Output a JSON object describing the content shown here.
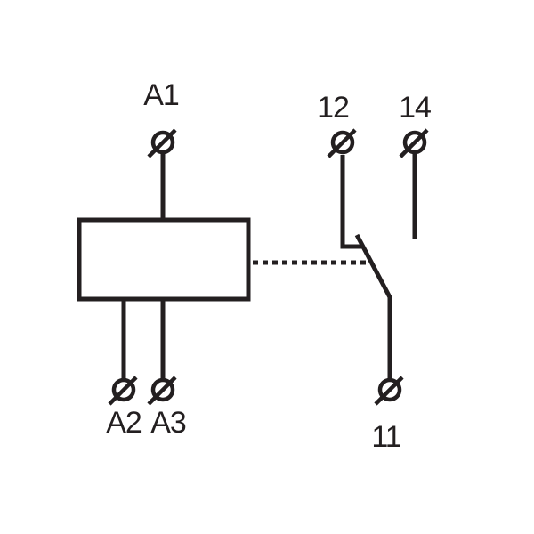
{
  "colors": {
    "line": "#231f20",
    "background": "#ffffff"
  },
  "terminals": {
    "a1": {
      "label": "A1",
      "icon": "screw-terminal-icon"
    },
    "a2": {
      "label": "A2",
      "icon": "screw-terminal-icon"
    },
    "a3": {
      "label": "A3",
      "icon": "screw-terminal-icon"
    },
    "t11": {
      "label": "11",
      "icon": "screw-terminal-icon"
    },
    "t12": {
      "label": "12",
      "icon": "screw-terminal-icon"
    },
    "t14": {
      "label": "14",
      "icon": "screw-terminal-icon"
    }
  },
  "components": {
    "coil": {
      "icon": "relay-coil-icon"
    },
    "link": {
      "icon": "mechanical-link-icon"
    },
    "contact": {
      "icon": "changeover-contact-icon"
    }
  }
}
